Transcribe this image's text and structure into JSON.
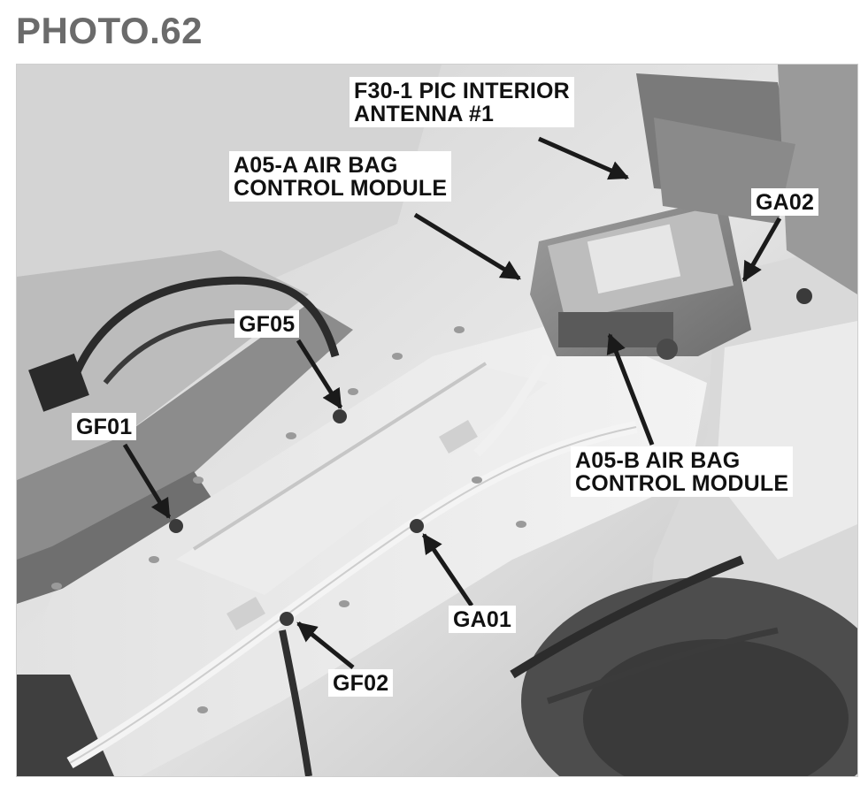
{
  "title": "PHOTO.62",
  "callouts": {
    "f30_1": {
      "line1": "F30-1 PIC INTERIOR",
      "line2": "ANTENNA #1"
    },
    "a05_a": {
      "line1": "A05-A AIR BAG",
      "line2": "CONTROL MODULE"
    },
    "a05_b": {
      "line1": "A05-B AIR BAG",
      "line2": "CONTROL MODULE"
    },
    "ga02": "GA02",
    "gf05": "GF05",
    "gf01": "GF01",
    "ga01": "GA01",
    "gf02": "GF02"
  },
  "colors": {
    "title": "#6b6b6b",
    "label_bg": "#ffffff",
    "label_text": "#111111",
    "arrow": "#1a1a1a"
  }
}
